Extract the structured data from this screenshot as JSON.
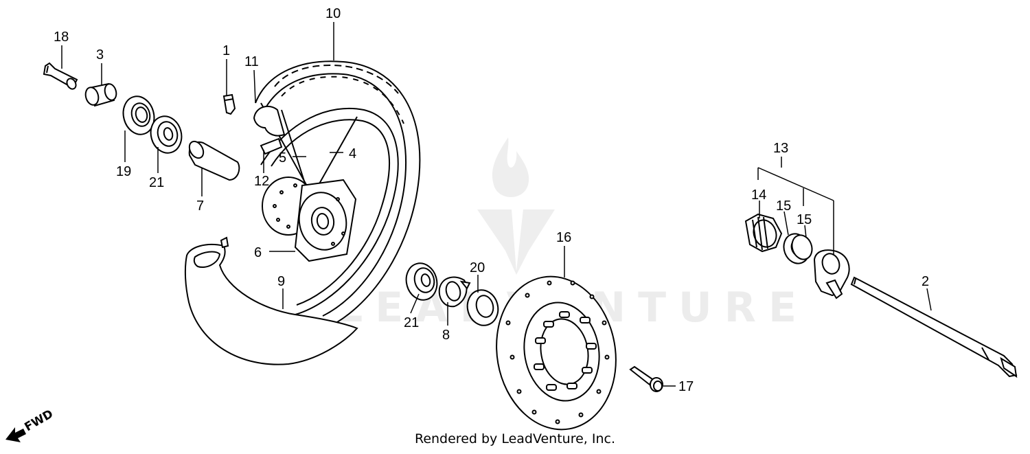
{
  "diagram": {
    "callouts": [
      {
        "id": "c18",
        "label": "18"
      },
      {
        "id": "c3",
        "label": "3"
      },
      {
        "id": "c19",
        "label": "19"
      },
      {
        "id": "c21a",
        "label": "21"
      },
      {
        "id": "c7",
        "label": "7"
      },
      {
        "id": "c1",
        "label": "1"
      },
      {
        "id": "c11",
        "label": "11"
      },
      {
        "id": "c10",
        "label": "10"
      },
      {
        "id": "c12",
        "label": "12"
      },
      {
        "id": "c5",
        "label": "5"
      },
      {
        "id": "c4",
        "label": "4"
      },
      {
        "id": "c6",
        "label": "6"
      },
      {
        "id": "c9",
        "label": "9"
      },
      {
        "id": "c21b",
        "label": "21"
      },
      {
        "id": "c8",
        "label": "8"
      },
      {
        "id": "c20",
        "label": "20"
      },
      {
        "id": "c16",
        "label": "16"
      },
      {
        "id": "c17",
        "label": "17"
      },
      {
        "id": "c13",
        "label": "13"
      },
      {
        "id": "c14",
        "label": "14"
      },
      {
        "id": "c15a",
        "label": "15"
      },
      {
        "id": "c15b",
        "label": "15"
      },
      {
        "id": "c2",
        "label": "2"
      }
    ],
    "direction_label": "FWD",
    "watermark": "LEADVENTURE",
    "credit": "Rendered by LeadVenture, Inc."
  }
}
